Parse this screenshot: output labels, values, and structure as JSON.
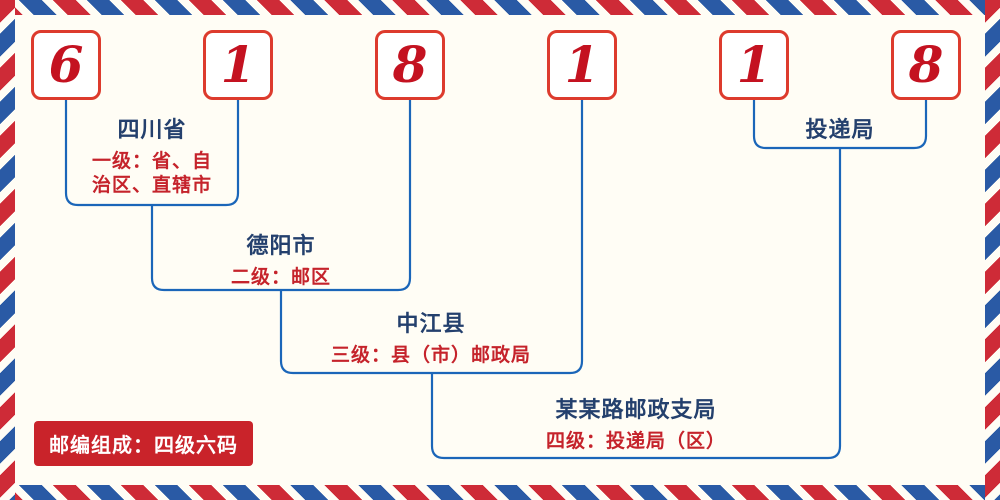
{
  "postal_code": {
    "digits": [
      "6",
      "1",
      "8",
      "1",
      "1",
      "8"
    ]
  },
  "annotations": {
    "level1": {
      "name": "四川省",
      "desc_line1": "一级：省、自",
      "desc_line2": "治区、直辖市"
    },
    "level2": {
      "name": "德阳市",
      "desc": "二级：邮区"
    },
    "level3": {
      "name": "中江县",
      "desc": "三级：县（市）邮政局"
    },
    "level4": {
      "name": "某某路邮政支局",
      "desc": "四级：投递局（区）"
    },
    "delivery": {
      "name": "投递局"
    }
  },
  "badge": {
    "text": "邮编组成：四级六码"
  },
  "colors": {
    "background": "#fffdf5",
    "box_border_red": "#dd3b2d",
    "digit_red": "#c41220",
    "line_blue": "#1b66b9",
    "label_navy": "#24406d",
    "label_red": "#c5232b",
    "badge_background": "#c9232a",
    "stripe_red": "#ce2b37",
    "stripe_blue": "#2a5aa5"
  }
}
